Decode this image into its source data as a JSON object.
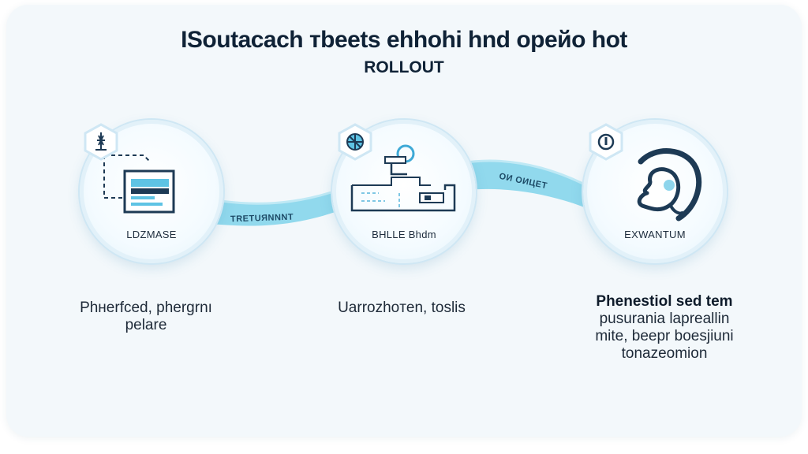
{
  "title": {
    "line1": "ISoutacach тbeets ehhohi hnd opeйo hot",
    "line2": "ROLLOUT"
  },
  "ribbons": [
    {
      "label": "TRETUЯNNNT"
    },
    {
      "label": "ОИ ОИЦЕТ"
    }
  ],
  "nodes": [
    {
      "label": "LDZMASE",
      "icon": "antenna-icon"
    },
    {
      "label": "BHLLE Bhdm",
      "icon": "shield-target-icon"
    },
    {
      "label": "EXWANTUM",
      "icon": "power-icon"
    }
  ],
  "captions": [
    {
      "lines": [
        "Phнerfced, phergrnı",
        "pelare"
      ]
    },
    {
      "lines": [
        "Uarrozhoтen, toslis"
      ]
    },
    {
      "lines": [
        "Phenestiol sed tem",
        "pusurania lapreallin",
        "mite, beepr boesjiuni",
        "tonazeomion"
      ]
    }
  ],
  "colors": {
    "ribbon": "#7fd3ea",
    "accent": "#3fa9d6",
    "ink": "#1d3a55"
  }
}
